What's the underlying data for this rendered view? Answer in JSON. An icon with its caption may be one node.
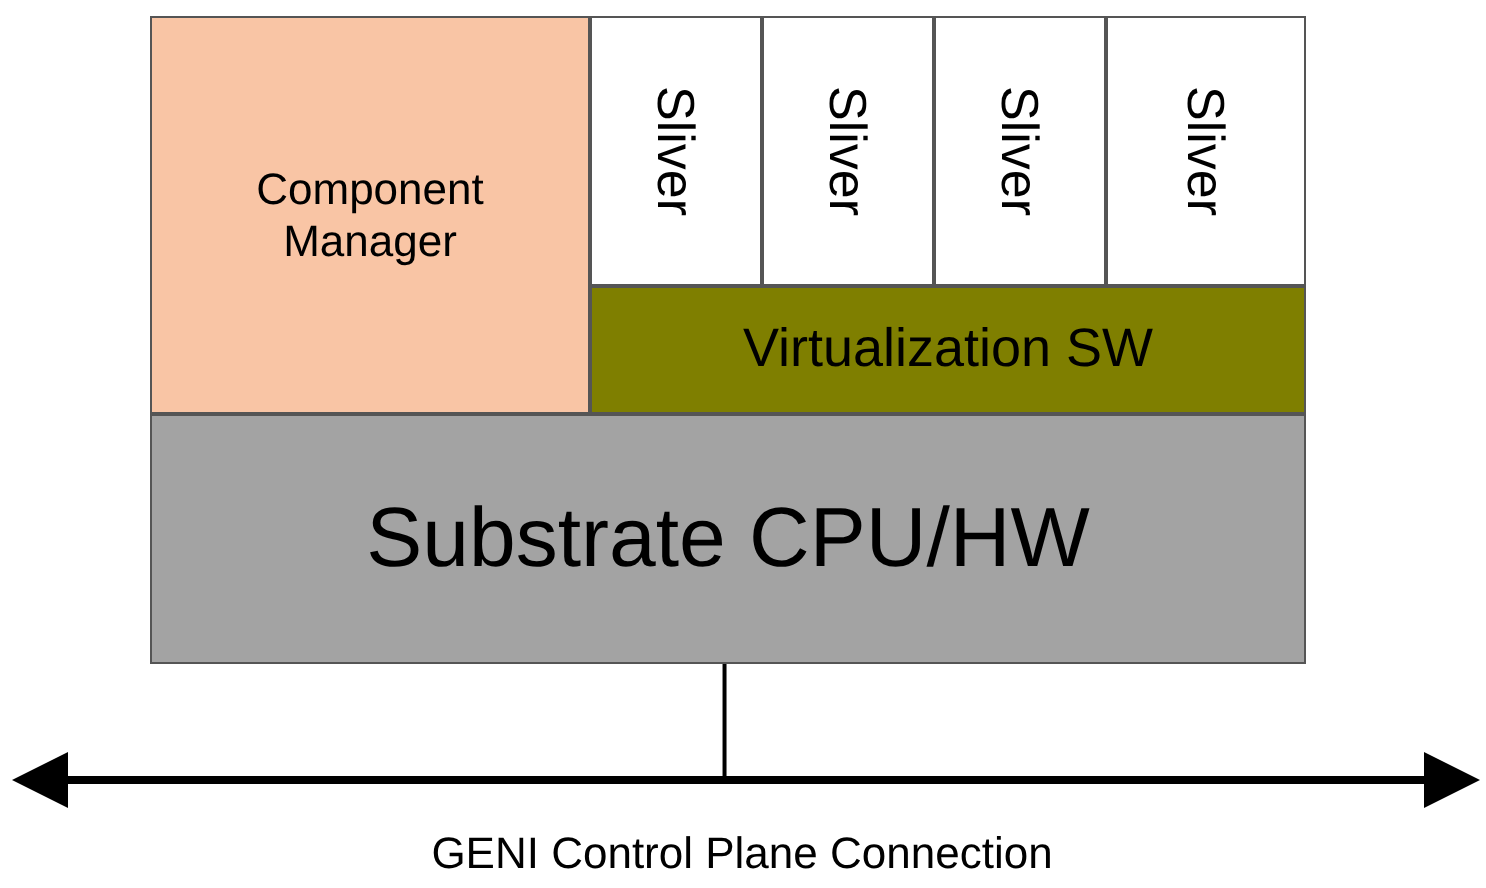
{
  "diagram": {
    "nodes": [
      {
        "text": [
          "Component Manager"
        ]
      },
      {
        "text": [
          "Sliver"
        ]
      },
      {
        "text": [
          "Sliver"
        ]
      },
      {
        "text": [
          "Sliver"
        ]
      },
      {
        "text": [
          "Sliver"
        ]
      },
      {
        "text": [
          "Virtualization SW"
        ]
      },
      {
        "text": [
          "Substrate CPU/HW"
        ]
      },
      {
        "text": [],
        "shape": "bar",
        "beside": [
          "GENI Control Plane Connection"
        ]
      }
    ],
    "edges": [
      {
        "from": 6,
        "to": 7,
        "arrow": "none"
      }
    ]
  }
}
